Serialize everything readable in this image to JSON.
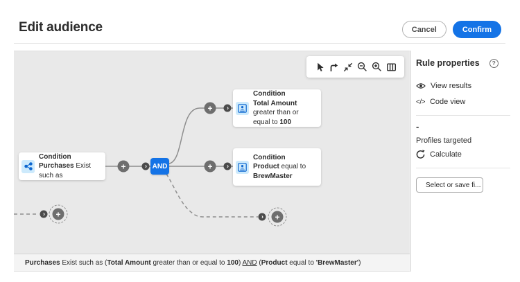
{
  "glyphs": {
    "plus": "+",
    "chevron": "›",
    "help": "?",
    "code": "</>"
  },
  "header": {
    "title": "Edit audience",
    "cancel": "Cancel",
    "confirm": "Confirm"
  },
  "toolbar": {
    "icon_names": [
      "select-tool-icon",
      "auto-layout-icon",
      "collapse-icon",
      "zoom-out-icon",
      "zoom-in-icon",
      "minimap-icon"
    ]
  },
  "canvas": {
    "and_label": "AND",
    "cards": {
      "purchases": {
        "title": "Condition",
        "segments": [
          {
            "t": "Purchases",
            "b": 1
          },
          {
            "t": " Exist such as",
            "b": 0
          }
        ]
      },
      "total_amount": {
        "title": "Condition",
        "segments": [
          {
            "t": "Total Amount",
            "b": 1
          },
          {
            "t": " greater than or equal to ",
            "b": 0
          },
          {
            "t": "100",
            "b": 1
          }
        ]
      },
      "product": {
        "title": "Condition",
        "segments": [
          {
            "t": "Product",
            "b": 1
          },
          {
            "t": " equal to ",
            "b": 0
          },
          {
            "t": "BrewMaster",
            "b": 1
          }
        ]
      }
    },
    "summary": {
      "segments": [
        {
          "t": "Purchases",
          "b": 1
        },
        {
          "t": " Exist such as (",
          "b": 0
        },
        {
          "t": "Total Amount",
          "b": 1
        },
        {
          "t": " greater than or equal to ",
          "b": 0
        },
        {
          "t": "100",
          "b": 1
        },
        {
          "t": ") ",
          "b": 0
        },
        {
          "t": "AND",
          "b": 0,
          "u": 1
        },
        {
          "t": " (",
          "b": 0
        },
        {
          "t": "Product",
          "b": 1
        },
        {
          "t": " equal to ",
          "b": 0
        },
        {
          "t": "'BrewMaster'",
          "b": 1
        },
        {
          "t": ")",
          "b": 0
        }
      ]
    }
  },
  "sidebar": {
    "title": "Rule properties",
    "view_results": "View results",
    "code_view": "Code view",
    "count_placeholder": "-",
    "profiles_targeted": "Profiles targeted",
    "calculate": "Calculate",
    "filter_button": "Select or save fi..."
  },
  "colors": {
    "accent_blue": "#1473e6",
    "canvas_bg": "#e9e9e9",
    "connector_gray": "#8e8e8e",
    "circle_gray": "#6e6e6e",
    "icon_box_blue": "#cdeafc",
    "icon_blue": "#0d66d0"
  }
}
